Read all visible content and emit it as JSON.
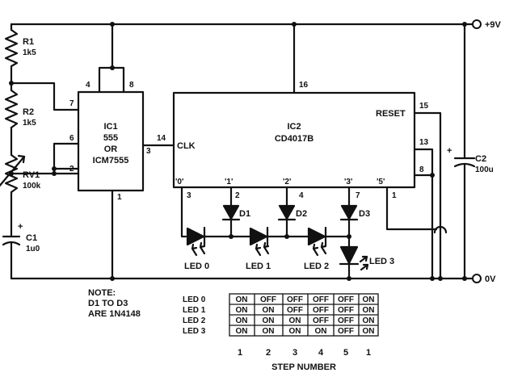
{
  "rails": {
    "positive": "+9V",
    "ground": "0V"
  },
  "components": {
    "r1": {
      "ref": "R1",
      "value": "1k5"
    },
    "r2": {
      "ref": "R2",
      "value": "1k5"
    },
    "rv1": {
      "ref": "RV1",
      "value": "100k"
    },
    "c1": {
      "ref": "C1",
      "value": "1u0",
      "polarity": "+"
    },
    "c2": {
      "ref": "C2",
      "value": "100u",
      "polarity": "+"
    },
    "ic1": {
      "line1": "IC1",
      "line2": "555",
      "line3": "OR",
      "line4": "ICM7555"
    },
    "ic2": {
      "ref": "IC2",
      "part": "CD4017B",
      "clk": "CLK",
      "reset": "RESET"
    },
    "diodes": [
      "D1",
      "D2",
      "D3"
    ],
    "leds": [
      "LED 0",
      "LED 1",
      "LED 2",
      "LED 3"
    ]
  },
  "pins": {
    "ic1": {
      "p4": "4",
      "p8": "8",
      "p7": "7",
      "p6": "6",
      "p2": "2",
      "p3": "3",
      "p1": "1"
    },
    "ic2": {
      "p16": "16",
      "p14": "14",
      "p15": "15",
      "p13": "13",
      "p8": "8",
      "p3": "3",
      "p2": "2",
      "p4": "4",
      "p7": "7",
      "p1": "1"
    }
  },
  "outputs": [
    "'0'",
    "'1'",
    "'2'",
    "'3'",
    "'5'"
  ],
  "note": {
    "line1": "NOTE:",
    "line2": "D1 TO D3",
    "line3": "ARE 1N4148"
  },
  "sequence_table": {
    "rows": [
      {
        "label": "LED 0",
        "cells": [
          "ON",
          "OFF",
          "OFF",
          "OFF",
          "OFF",
          "ON"
        ]
      },
      {
        "label": "LED 1",
        "cells": [
          "ON",
          "ON",
          "OFF",
          "OFF",
          "OFF",
          "ON"
        ]
      },
      {
        "label": "LED 2",
        "cells": [
          "ON",
          "ON",
          "ON",
          "OFF",
          "OFF",
          "ON"
        ]
      },
      {
        "label": "LED 3",
        "cells": [
          "ON",
          "ON",
          "ON",
          "ON",
          "OFF",
          "ON"
        ]
      }
    ],
    "steps": [
      "1",
      "2",
      "3",
      "4",
      "5",
      "1"
    ],
    "footer": "STEP NUMBER"
  }
}
